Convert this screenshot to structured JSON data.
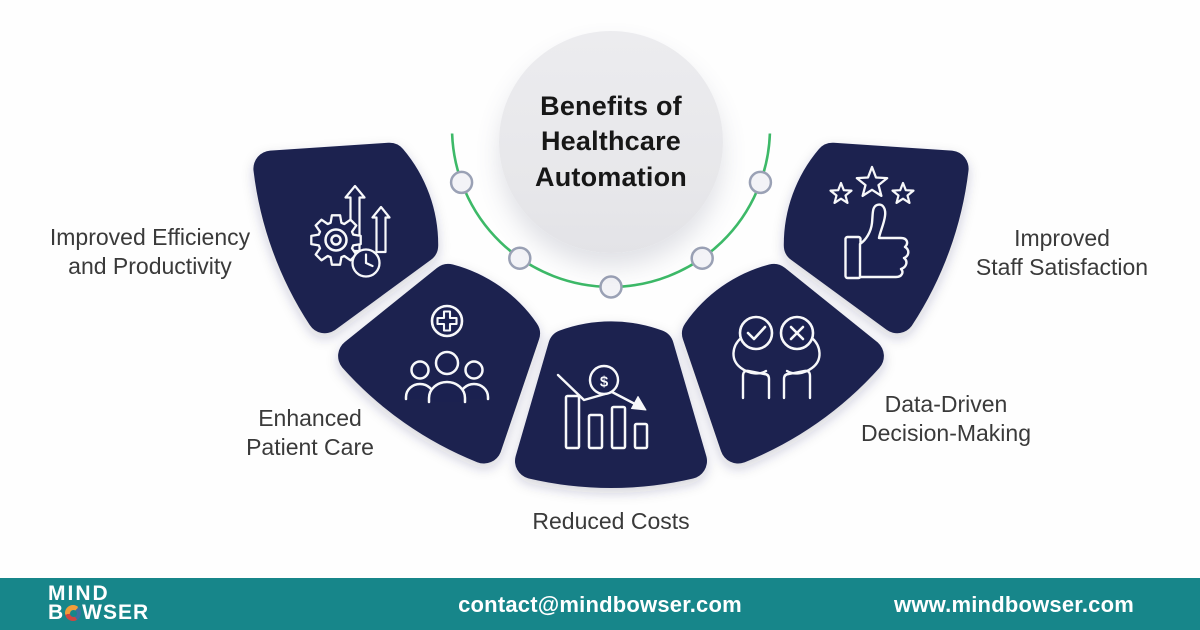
{
  "center": {
    "title_lines": [
      "Benefits of",
      "Healthcare",
      "Automation"
    ]
  },
  "benefits": [
    {
      "id": "efficiency",
      "icon": "gear-growth-clock-icon",
      "label_lines": [
        "Improved Efficiency",
        "and Productivity"
      ]
    },
    {
      "id": "patient-care",
      "icon": "patients-medical-group-icon",
      "label_lines": [
        "Enhanced",
        "Patient Care"
      ]
    },
    {
      "id": "reduced-costs",
      "icon": "declining-cost-chart-icon",
      "label_lines": [
        "Reduced Costs"
      ]
    },
    {
      "id": "data-driven",
      "icon": "hands-check-cross-icon",
      "label_lines": [
        "Data-Driven",
        "Decision-Making"
      ]
    },
    {
      "id": "staff-satisfaction",
      "icon": "thumbs-up-stars-icon",
      "label_lines": [
        "Improved",
        "Staff Satisfaction"
      ]
    }
  ],
  "icons": {
    "dollar_symbol": "$"
  },
  "footer": {
    "brand_line1": "MIND",
    "brand_line2_prefix": "B",
    "brand_line2_suffix": "WSER",
    "email": "contact@mindbowser.com",
    "website": "www.mindbowser.com"
  },
  "colors": {
    "navy": "#1b2150",
    "green": "#3db968",
    "teal": "#17868a",
    "node_fill": "#f3f3f7",
    "node_stroke": "#9aa1b5",
    "circle_gray": "#e9e9ec",
    "icon_stroke": "#f7f8fa",
    "label_text": "#3a3a3a",
    "title_text": "#171717"
  }
}
